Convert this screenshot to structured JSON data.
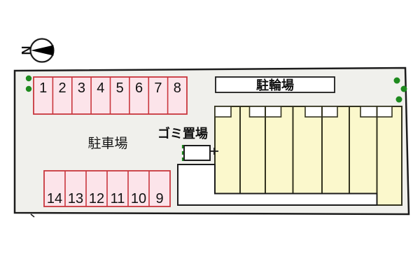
{
  "compass": {
    "label": "N"
  },
  "site": {
    "parking_lot_label": "駐車場",
    "bicycle_parking_label": "駐輪場",
    "garbage_label": "ゴミ置場"
  },
  "parking_top_row": [
    "1",
    "2",
    "3",
    "4",
    "5",
    "6",
    "7",
    "8"
  ],
  "parking_bottom_row": [
    "14",
    "13",
    "12",
    "11",
    "10",
    "9"
  ],
  "colors": {
    "site_fill": "#f0f0ec",
    "parking_fill": "#fce4ea",
    "parking_border": "#c9363d",
    "building_fill": "#fbf8cc",
    "building_border": "#33331f",
    "white": "#ffffff",
    "tree_green": "#1e8a1e",
    "outline_black": "#1c1c1c"
  }
}
